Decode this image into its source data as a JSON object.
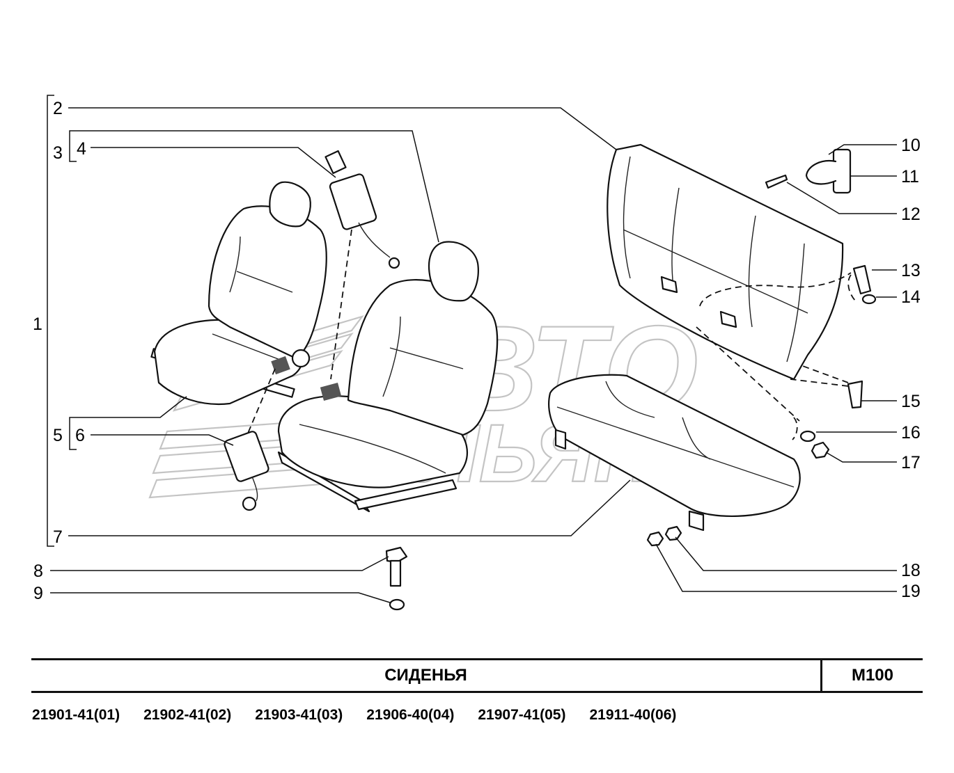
{
  "watermark": {
    "line1": "АВТО",
    "line2": "АЛЬЯНС"
  },
  "callouts": [
    "1",
    "2",
    "3",
    "4",
    "5",
    "6",
    "7",
    "8",
    "9",
    "10",
    "11",
    "12",
    "13",
    "14",
    "15",
    "16",
    "17",
    "18",
    "19"
  ],
  "title": "СИДЕНЬЯ",
  "page_code": "M100",
  "models": [
    "21901-41(01)",
    "21902-41(02)",
    "21903-41(03)",
    "21906-40(04)",
    "21907-41(05)",
    "21911-40(06)"
  ]
}
